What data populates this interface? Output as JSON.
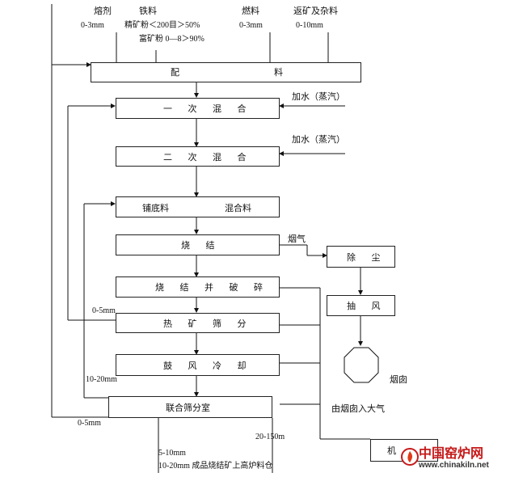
{
  "inputs": {
    "flux": {
      "name": "熔剂",
      "size": "0-3mm"
    },
    "iron": {
      "name": "铁料",
      "fine": "精矿粉＜200目＞50%",
      "rich": "富矿粉 0—8＞90%"
    },
    "fuel": {
      "name": "燃料",
      "size": "0-3mm"
    },
    "return": {
      "name": "返矿及杂料",
      "size": "0-10mm"
    }
  },
  "steps": {
    "proportioning": {
      "left": "配",
      "right": "料"
    },
    "mix1": "一 次 混 合",
    "mix2": "二 次 混 合",
    "bedding": "铺底料",
    "mixed": "混合料",
    "sinter": "烧 结",
    "crush": "烧 结 并 破 碎",
    "screen": "热 矿 筛 分",
    "cool": "鼓 风 冷 却",
    "screenroom": "联合筛分室",
    "dust": "除 尘",
    "fan": "抽 风",
    "blast": "机"
  },
  "labels": {
    "water1": "加水（蒸汽）",
    "water2": "加水（蒸汽）",
    "fluegas": "烟气",
    "chimney": "烟囱",
    "atmosphere": "由烟囱入大气",
    "r05a": "0-5mm",
    "r1020": "10-20mm",
    "r05b": "0-5mm",
    "r510": "5-10mm",
    "r20150": "20-150m",
    "product": "10-20mm 成品烧结矿上高炉料仓"
  },
  "watermark": {
    "brand": "中国窑炉网",
    "url": "www.chinakiln.net"
  }
}
